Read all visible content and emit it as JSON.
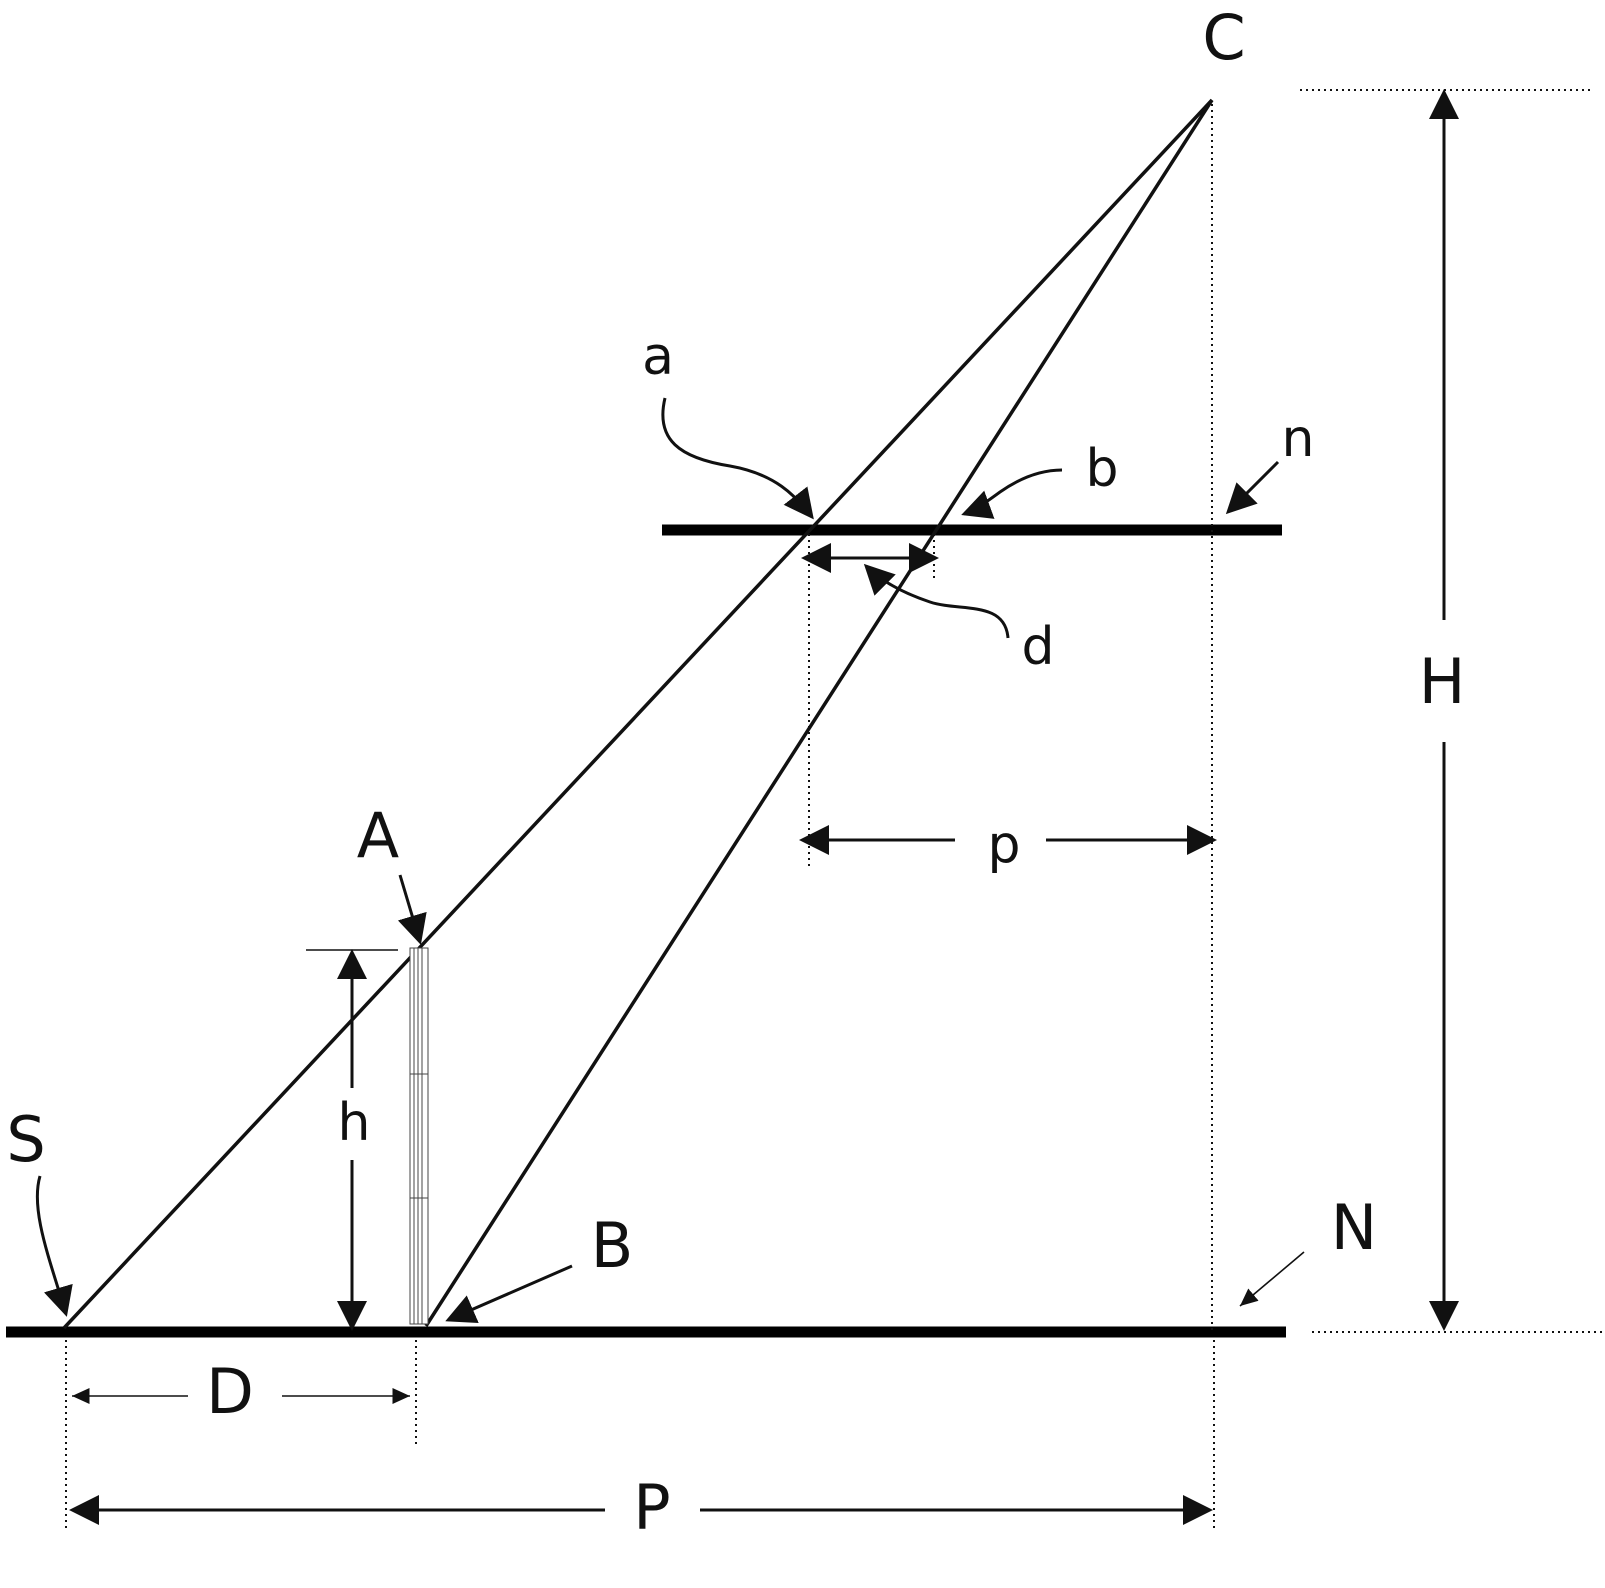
{
  "labels": {
    "C": "C",
    "a": "a",
    "b": "b",
    "n": "n",
    "d": "d",
    "H": "H",
    "p": "p",
    "A": "A",
    "h": "h",
    "S": "S",
    "B": "B",
    "N": "N",
    "D": "D",
    "P": "P"
  }
}
